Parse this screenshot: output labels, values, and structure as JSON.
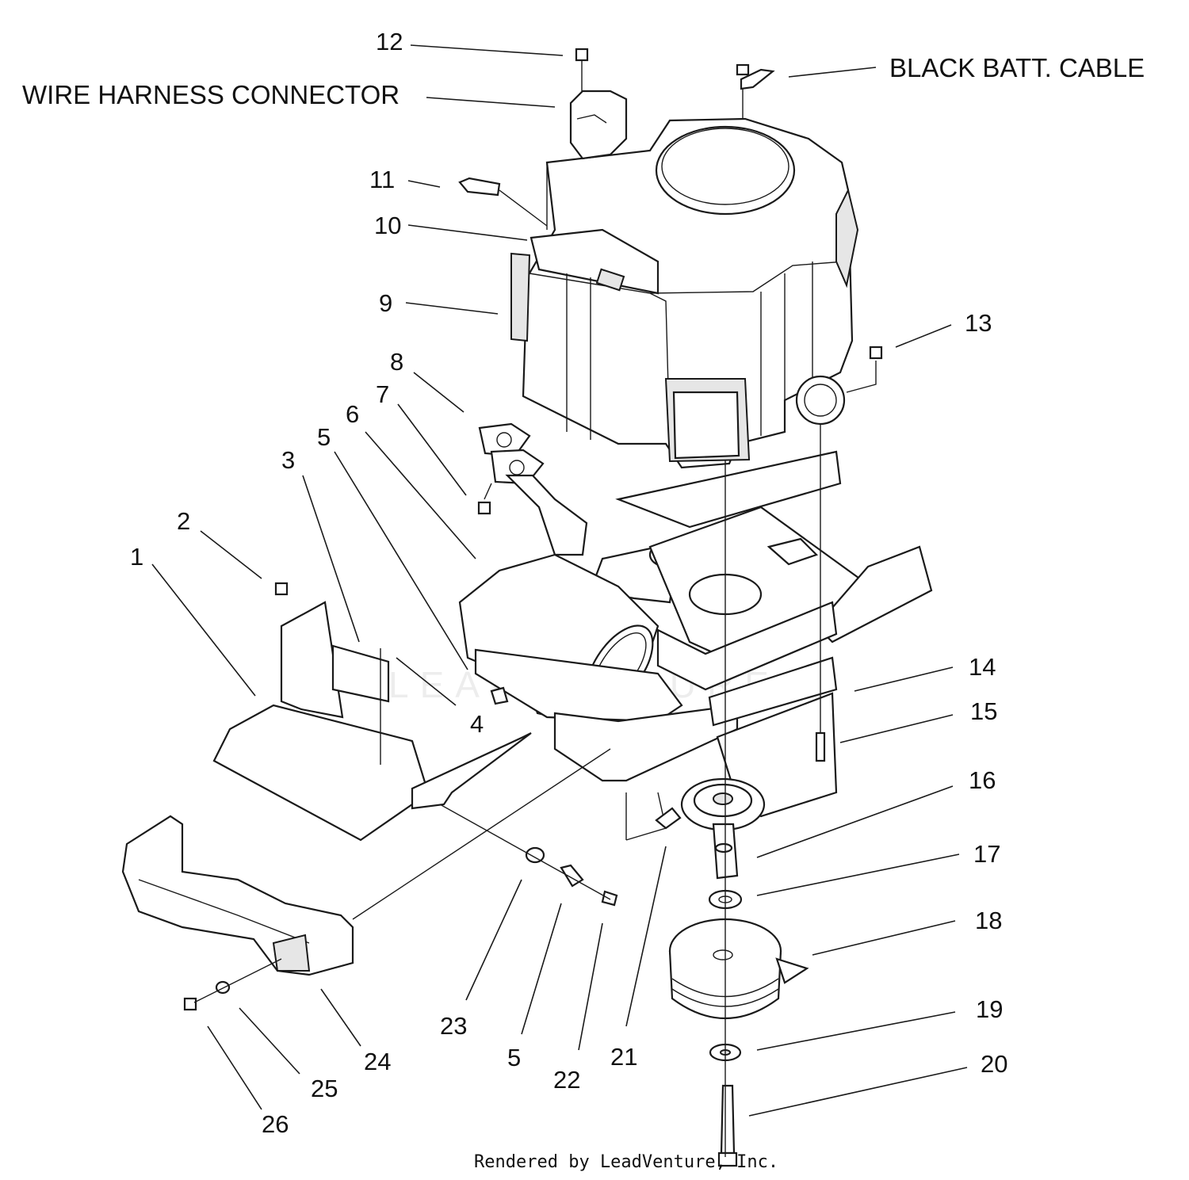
{
  "labels": {
    "wire_harness": "WIRE HARNESS CONNECTOR",
    "black_batt": "BLACK BATT. CABLE",
    "n1": "1",
    "n2": "2",
    "n3": "3",
    "n4": "4",
    "n5a": "5",
    "n5b": "5",
    "n6": "6",
    "n7": "7",
    "n8": "8",
    "n9": "9",
    "n10": "10",
    "n11": "11",
    "n12": "12",
    "n13": "13",
    "n14": "14",
    "n15": "15",
    "n16": "16",
    "n17": "17",
    "n18": "18",
    "n19": "19",
    "n20": "20",
    "n21": "21",
    "n22": "22",
    "n23": "23",
    "n24": "24",
    "n25": "25",
    "n26": "26"
  },
  "credit": "Rendered by LeadVenture, Inc.",
  "watermark": "LEADVENTURE"
}
